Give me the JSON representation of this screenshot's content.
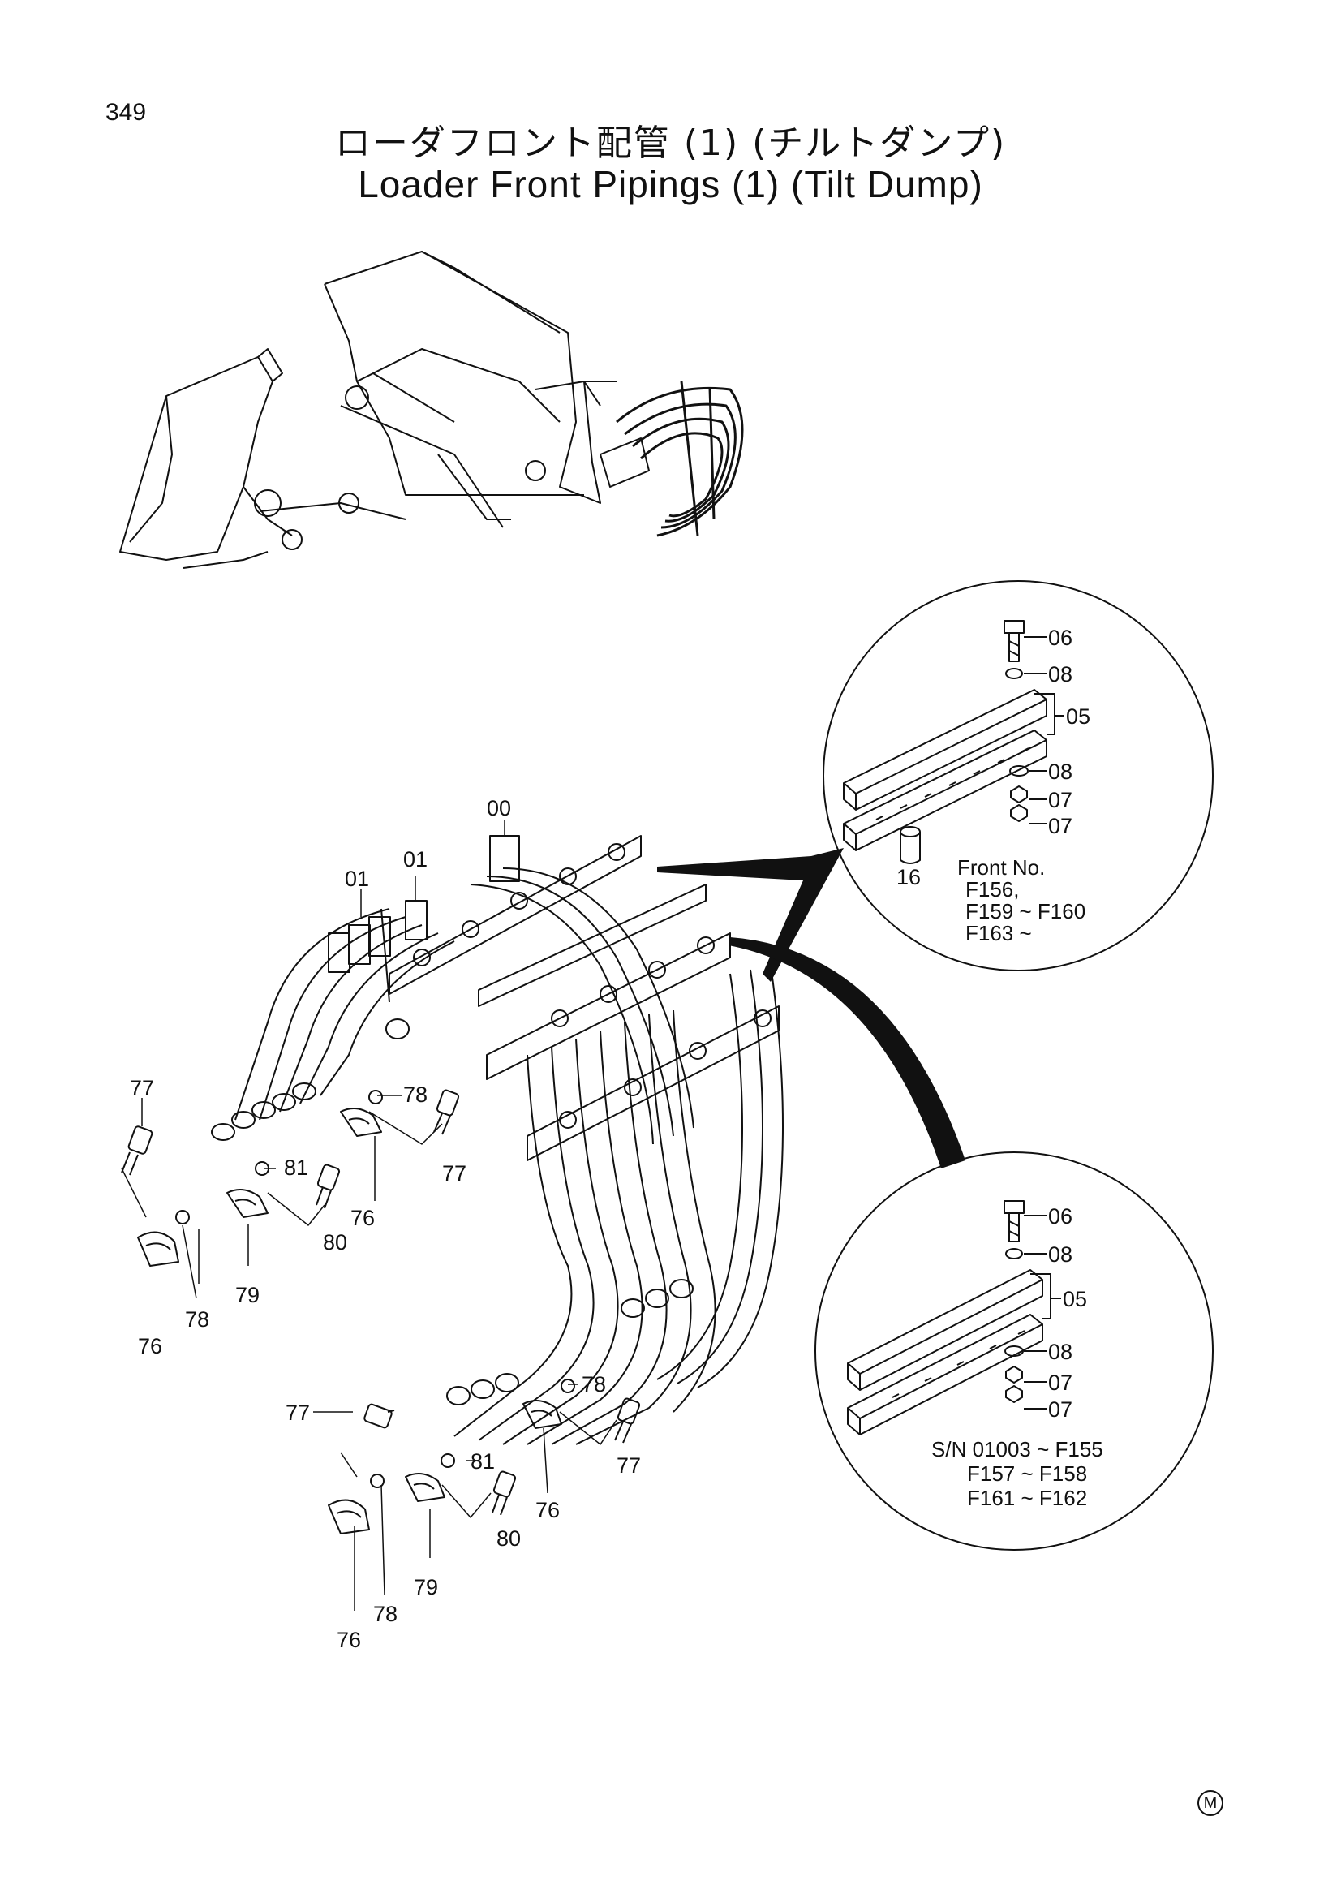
{
  "page_number": "349",
  "title_jp": "ローダフロント配管 (1) (チルトダンプ)",
  "title_en": "Loader Front Pipings (1) (Tilt Dump)",
  "main_labels": {
    "p00": "00",
    "p01a": "01",
    "p01b": "01",
    "p77a": "77",
    "p78a": "78",
    "p77b": "77",
    "p81a": "81",
    "p76a": "76",
    "p80a": "80",
    "p79a": "79",
    "p78b": "78",
    "p76b": "76",
    "p78c": "78",
    "p77c": "77",
    "p77d": "77",
    "p81b": "81",
    "p76c": "76",
    "p80b": "80",
    "p79b": "79",
    "p78d": "78",
    "p76d": "76"
  },
  "detail_top": {
    "labels": {
      "p06": "06",
      "p08a": "08",
      "p05": "05",
      "p08b": "08",
      "p07a": "07",
      "p07b": "07",
      "p16": "16"
    },
    "note": [
      "Front No.",
      "F156,",
      "F159 ~ F160",
      "F163 ~"
    ]
  },
  "detail_bottom": {
    "labels": {
      "p06": "06",
      "p08a": "08",
      "p05": "05",
      "p08b": "08",
      "p07a": "07",
      "p07b": "07"
    },
    "note": [
      "S/N 01003 ~ F155",
      "F157   ~ F158",
      "F161   ~ F162"
    ]
  },
  "mark": "M"
}
